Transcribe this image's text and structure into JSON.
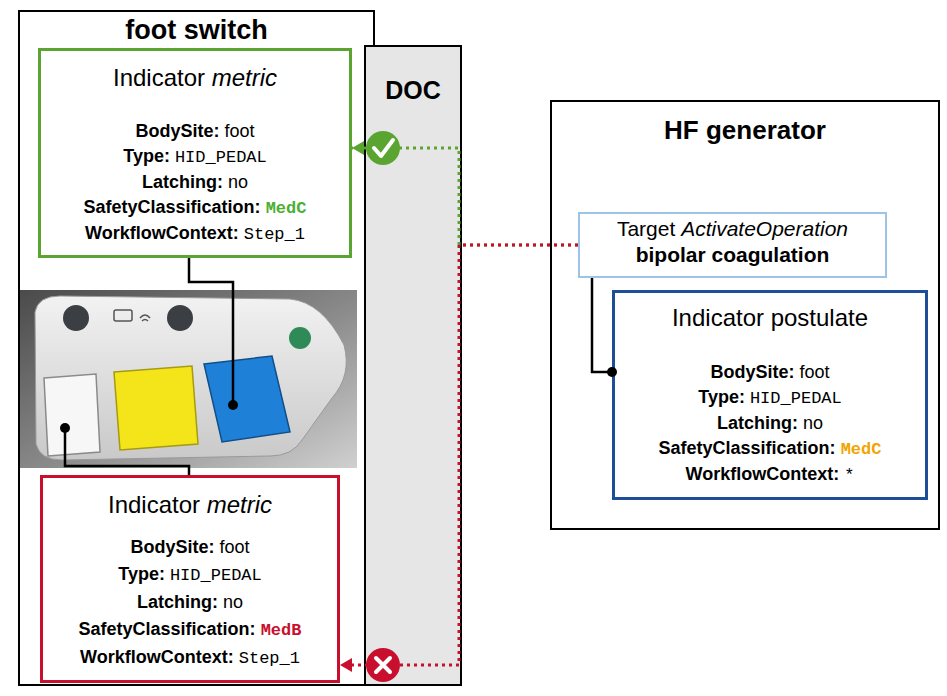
{
  "diagram": {
    "nodes": [
      {
        "text": [
          "foot switch"
        ]
      },
      {
        "text": [
          "Indicator metric",
          "BodySite: foot",
          "Type: HID_PEDAL",
          "Latching: no",
          "SafetyClassification: MedC",
          "WorkflowContext: Step_1"
        ],
        "in": 0
      },
      {
        "text": [
          "Indicator metric",
          "BodySite: foot",
          "Type: HID_PEDAL",
          "Latching: no",
          "SafetyClassification: MedB",
          "WorkflowContext: Step_1"
        ],
        "in": 0
      },
      {
        "text": [
          "DOC"
        ]
      },
      {
        "text": [
          "HF generator"
        ]
      },
      {
        "text": [
          "Target ActivateOperation",
          "bipolar coagulation"
        ],
        "in": 4
      },
      {
        "text": [
          "Indicator postulate",
          "BodySite: foot",
          "Type: HID_PEDAL",
          "Latching: no",
          "SafetyClassification: MedC",
          "WorkflowContext: *"
        ],
        "in": 4
      }
    ],
    "edges": [
      {
        "from": 5,
        "to": 1,
        "arrow": "to"
      },
      {
        "from": 5,
        "to": 2,
        "arrow": "to"
      },
      {
        "from": 5,
        "to": 6,
        "arrow": "none"
      }
    ]
  }
}
